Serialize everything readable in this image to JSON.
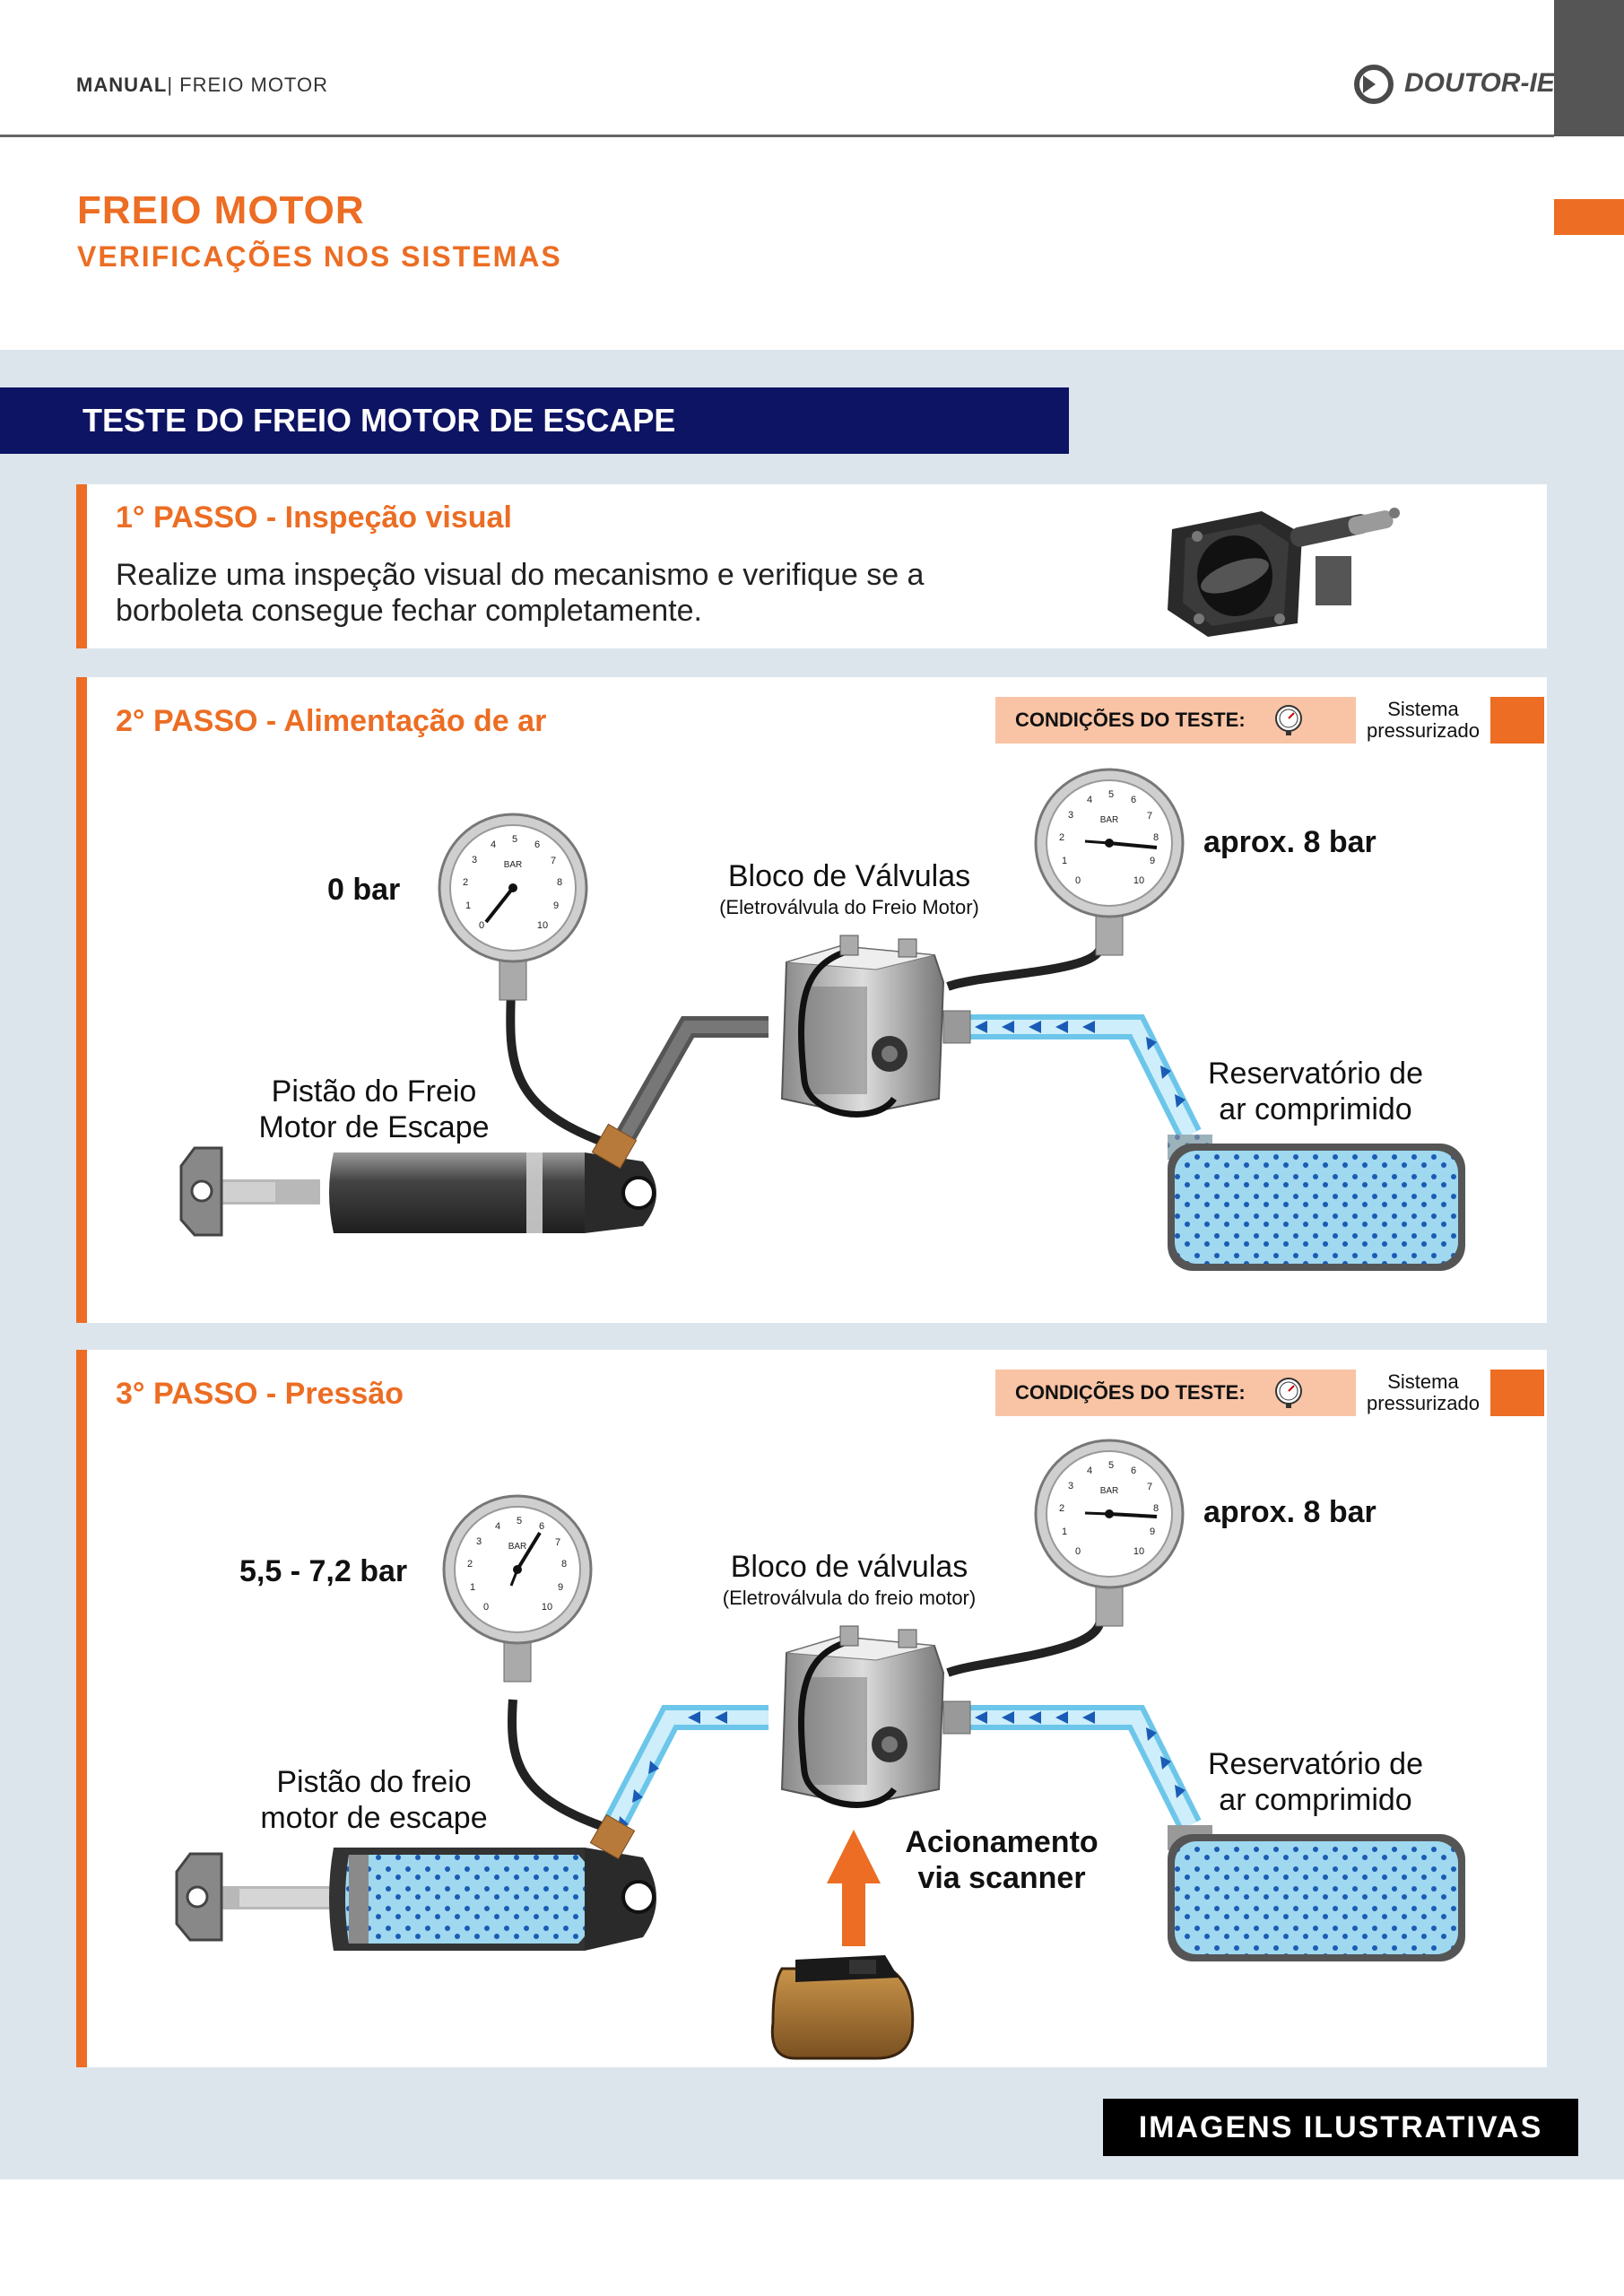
{
  "header": {
    "manual": "MANUAL",
    "section": "| FREIO MOTOR",
    "logo": "DOUTOR-IE"
  },
  "title": {
    "main": "FREIO MOTOR",
    "sub": "VERIFICAÇÕES NOS SISTEMAS"
  },
  "banner": "TESTE DO FREIO MOTOR DE ESCAPE",
  "step1": {
    "title": "1° PASSO - Inspeção visual",
    "text_line1": "Realize uma inspeção visual do mecanismo e verifique se a",
    "text_line2": "borboleta consegue fechar completamente."
  },
  "step2": {
    "title": "2° PASSO - Alimentação de ar",
    "conditions_label": "CONDIÇÕES DO TESTE:",
    "status_line1": "Sistema",
    "status_line2": "pressurizado",
    "gauge_left_reading": "0 bar",
    "gauge_right_reading": "aprox. 8 bar",
    "valve_block": "Bloco de Válvulas",
    "valve_sub": "(Eletroválvula do Freio Motor)",
    "piston_line1": "Pistão do Freio",
    "piston_line2": "Motor de Escape",
    "reservoir_line1": "Reservatório de",
    "reservoir_line2": "ar comprimido"
  },
  "step3": {
    "title": "3° PASSO - Pressão",
    "conditions_label": "CONDIÇÕES DO TESTE:",
    "status_line1": "Sistema",
    "status_line2": "pressurizado",
    "gauge_left_reading": "5,5 - 7,2 bar",
    "gauge_right_reading": "aprox. 8 bar",
    "valve_block": "Bloco de válvulas",
    "valve_sub": "(Eletroválvula do freio motor)",
    "piston_line1": "Pistão do freio",
    "piston_line2": "motor de escape",
    "reservoir_line1": "Reservatório de",
    "reservoir_line2": "ar comprimido",
    "scanner_line1": "Acionamento",
    "scanner_line2": "via scanner"
  },
  "gauge": {
    "unit": "BAR",
    "ticks": [
      "0",
      "1",
      "2",
      "3",
      "4",
      "5",
      "6",
      "7",
      "8",
      "9",
      "10"
    ]
  },
  "footer": "IMAGENS ILUSTRATIVAS",
  "colors": {
    "orange": "#ec6d23",
    "navy": "#0d1464",
    "air": "#9fd8ef",
    "air_dot": "#1a5bb5"
  }
}
